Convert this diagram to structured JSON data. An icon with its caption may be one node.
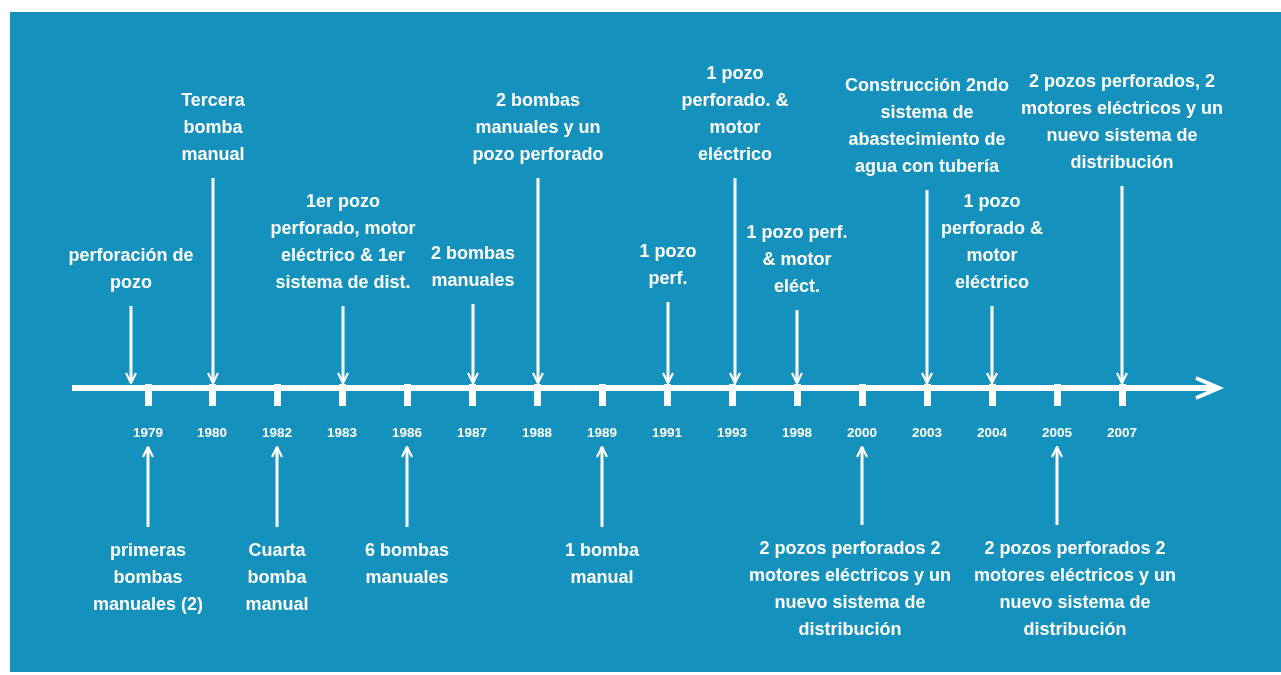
{
  "diagram": {
    "nodes": [
      {
        "text": [
          "1979"
        ]
      },
      {
        "text": [
          "1980"
        ]
      },
      {
        "text": [
          "1982"
        ]
      },
      {
        "text": [
          "1983"
        ]
      },
      {
        "text": [
          "1986"
        ]
      },
      {
        "text": [
          "1987"
        ]
      },
      {
        "text": [
          "1988"
        ]
      },
      {
        "text": [
          "1989"
        ]
      },
      {
        "text": [
          "1991"
        ]
      },
      {
        "text": [
          "1993"
        ]
      },
      {
        "text": [
          "1998"
        ]
      },
      {
        "text": [
          "2000"
        ]
      },
      {
        "text": [
          "2003"
        ]
      },
      {
        "text": [
          "2004"
        ]
      },
      {
        "text": [
          "2005"
        ]
      },
      {
        "text": [
          "2007"
        ]
      },
      {
        "text": [
          "perforación de pozo"
        ]
      },
      {
        "text": [
          "Tercera bomba manual"
        ]
      },
      {
        "text": [
          "1er pozo perforado, motor eléctrico & 1er sistema de dist."
        ]
      },
      {
        "text": [
          "2 bombas manuales"
        ]
      },
      {
        "text": [
          "2 bombas manuales y un pozo perforado"
        ]
      },
      {
        "text": [
          "1 pozo perf."
        ]
      },
      {
        "text": [
          "1 pozo perforado. & motor eléctrico"
        ]
      },
      {
        "text": [
          "1 pozo perf. & motor eléct."
        ]
      },
      {
        "text": [
          "Construcción 2ndo sistema de abastecimiento de agua con tubería"
        ]
      },
      {
        "text": [
          "1 pozo perforado & motor eléctrico"
        ]
      },
      {
        "text": [
          "2 pozos perforados, 2 motores eléctricos y un nuevo sistema de distribución"
        ]
      },
      {
        "text": [
          "primeras bombas manuales (2)"
        ]
      },
      {
        "text": [
          "Cuarta bomba manual"
        ]
      },
      {
        "text": [
          "6 bombas manuales"
        ]
      },
      {
        "text": [
          "1 bomba manual"
        ]
      },
      {
        "text": [
          "2 pozos perforados 2 motores eléctricos y un nuevo sistema de distribución"
        ]
      },
      {
        "text": [
          "2 pozos perforados 2 motores eléctricos y un nuevo sistema de distribución"
        ]
      }
    ],
    "edges": [
      {
        "from": 16,
        "to": 0,
        "arrow": "to"
      },
      {
        "from": 17,
        "to": 1,
        "arrow": "to"
      },
      {
        "from": 18,
        "to": 3,
        "arrow": "to"
      },
      {
        "from": 19,
        "to": 5,
        "arrow": "to"
      },
      {
        "from": 20,
        "to": 6,
        "arrow": "to"
      },
      {
        "from": 21,
        "to": 8,
        "arrow": "to"
      },
      {
        "from": 22,
        "to": 9,
        "arrow": "to"
      },
      {
        "from": 23,
        "to": 10,
        "arrow": "to"
      },
      {
        "from": 24,
        "to": 12,
        "arrow": "to"
      },
      {
        "from": 25,
        "to": 13,
        "arrow": "to"
      },
      {
        "from": 26,
        "to": 15,
        "arrow": "to"
      },
      {
        "from": 27,
        "to": 0,
        "arrow": "to"
      },
      {
        "from": 28,
        "to": 2,
        "arrow": "to"
      },
      {
        "from": 29,
        "to": 4,
        "arrow": "to"
      },
      {
        "from": 30,
        "to": 7,
        "arrow": "to"
      },
      {
        "from": 31,
        "to": 11,
        "arrow": "to"
      },
      {
        "from": 32,
        "to": 14,
        "arrow": "to"
      }
    ]
  }
}
